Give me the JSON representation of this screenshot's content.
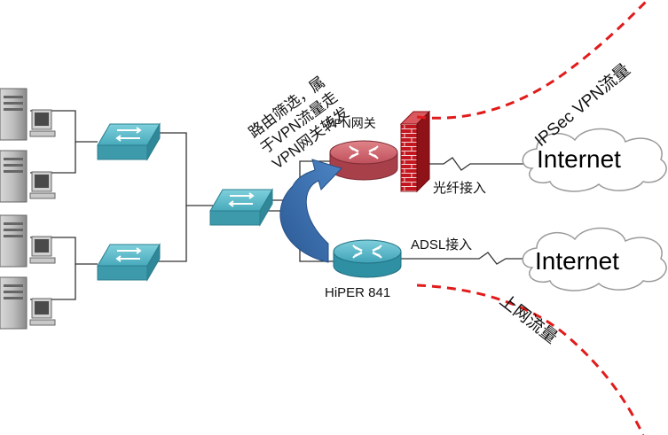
{
  "labels": {
    "routing_note_line1": "路由筛选，属",
    "routing_note_line2": "于VPN流量走",
    "routing_note_line3": "VPN网关转发",
    "vpn_gateway": "VPN网关",
    "fiber_access": "光纤接入",
    "adsl_access": "ADSL接入",
    "router_model": "HiPER 841",
    "ipsec_traffic": "IPSec VPN流量",
    "internet_traffic": "上网流量",
    "internet_top": "Internet",
    "internet_bottom": "Internet"
  },
  "colors": {
    "switch": "#4fb3c4",
    "router_vpn": "#c0505b",
    "router_hiper": "#3fa3b8",
    "firewall": "#c0141c",
    "arrow": "#3a6fae",
    "traffic_line": "#e01b1b",
    "link": "#333333"
  },
  "icons": [
    "server-icon",
    "switch-icon",
    "router-icon",
    "firewall-icon",
    "cloud-icon",
    "curved-arrow-icon"
  ]
}
